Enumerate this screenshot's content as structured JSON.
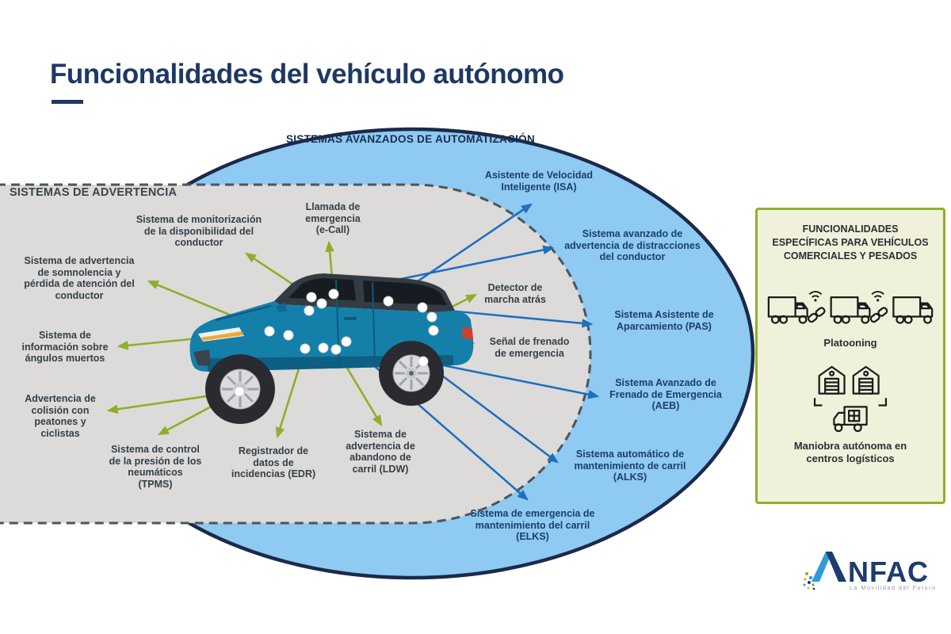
{
  "title": "Funcionalidades del vehículo autónomo",
  "automation_zone": {
    "label": "SISTEMAS AVANZADOS DE AUTOMATIZACIÓN"
  },
  "warning_zone": {
    "label": "SISTEMAS DE ADVERTENCIA"
  },
  "warning_features": [
    {
      "id": "monitorizacion",
      "text": "Sistema de monitorización\nde la disponibilidad del\nconductor"
    },
    {
      "id": "ecall",
      "text": "Llamada de\nemergencia\n(e-Call)"
    },
    {
      "id": "somnolencia",
      "text": "Sistema de advertencia\nde somnolencia y\npérdida de atención del\nconductor"
    },
    {
      "id": "angulos-muertos",
      "text": "Sistema de\ninformación sobre\nángulos muertos"
    },
    {
      "id": "colision-peatones",
      "text": "Advertencia de\ncolisión con\npeatones y\nciclistas"
    },
    {
      "id": "tpms",
      "text": "Sistema de control\nde la presión de los\nneumáticos\n(TPMS)"
    },
    {
      "id": "edr",
      "text": "Registrador de\ndatos de\nincidencias (EDR)"
    },
    {
      "id": "ldw",
      "text": "Sistema de\nadvertencia de\nabandono de\ncarril (LDW)"
    },
    {
      "id": "detector-marcha-atras",
      "text": "Detector de\nmarcha atrás"
    },
    {
      "id": "senal-frenado",
      "text": "Señal de frenado\nde emergencia"
    }
  ],
  "automation_features": [
    {
      "id": "isa",
      "text": "Asistente de Velocidad\nInteligente (ISA)"
    },
    {
      "id": "distracciones",
      "text": "Sistema avanzado de\nadvertencia de distracciones\ndel conductor"
    },
    {
      "id": "pas",
      "text": "Sistema Asistente de\nAparcamiento (PAS)"
    },
    {
      "id": "aeb",
      "text": "Sistema Avanzado de\nFrenado de Emergencia\n(AEB)"
    },
    {
      "id": "alks",
      "text": "Sistema automático de\nmantenimiento de carril\n(ALKS)"
    },
    {
      "id": "elks",
      "text": "Sistema de emergencia de\nmantenimiento del carril\n(ELKS)"
    }
  ],
  "commercial_panel": {
    "title": "FUNCIONALIDADES\nESPECÍFICAS PARA VEHÍCULOS\nCOMERCIALES Y PESADOS",
    "items": [
      {
        "id": "platooning",
        "label": "Platooning"
      },
      {
        "id": "logistica",
        "label": "Maniobra autónoma en\ncentros logísticos"
      }
    ]
  },
  "logo": {
    "wordmark": "NFAC",
    "tagline": "La Movilidad del Futuro"
  },
  "colors": {
    "title": "#1f3864",
    "automation_fill": "#8ecaf1",
    "automation_border": "#1b2a4a",
    "warning_fill": "#dcdbd9",
    "warning_border": "#4e545a",
    "green_arrow": "#8fae2b",
    "blue_arrow": "#1e6fc0",
    "panel_bg": "#eff1da",
    "panel_border": "#8fb02c",
    "car_body": "#1480aa"
  }
}
